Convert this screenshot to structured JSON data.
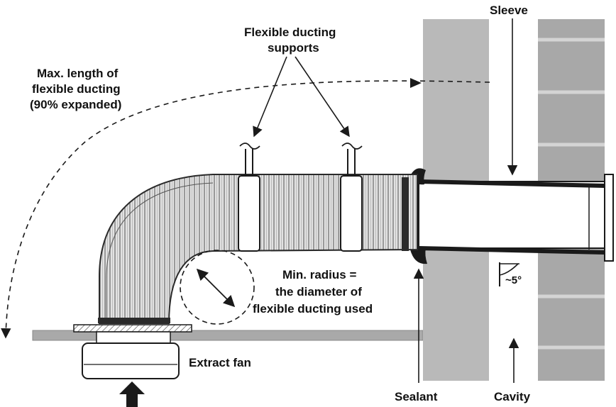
{
  "labels": {
    "sleeve": "Sleeve",
    "supports_line1": "Flexible ducting",
    "supports_line2": "supports",
    "max_length_line1": "Max. length of",
    "max_length_line2": "flexible ducting",
    "max_length_line3": "(90% expanded)",
    "min_radius_line1": "Min. radius =",
    "min_radius_line2": "the diameter of",
    "min_radius_line3": "flexible ducting used",
    "extract_fan": "Extract fan",
    "sealant": "Sealant",
    "cavity": "Cavity",
    "angle": "~5°"
  },
  "colors": {
    "inner_wall": "#b9b9b9",
    "outer_wall": "#a8a8a8",
    "ceiling": "#a9a9a9",
    "duct_body": "#d6d6d6",
    "ink": "#1a1a1a"
  }
}
